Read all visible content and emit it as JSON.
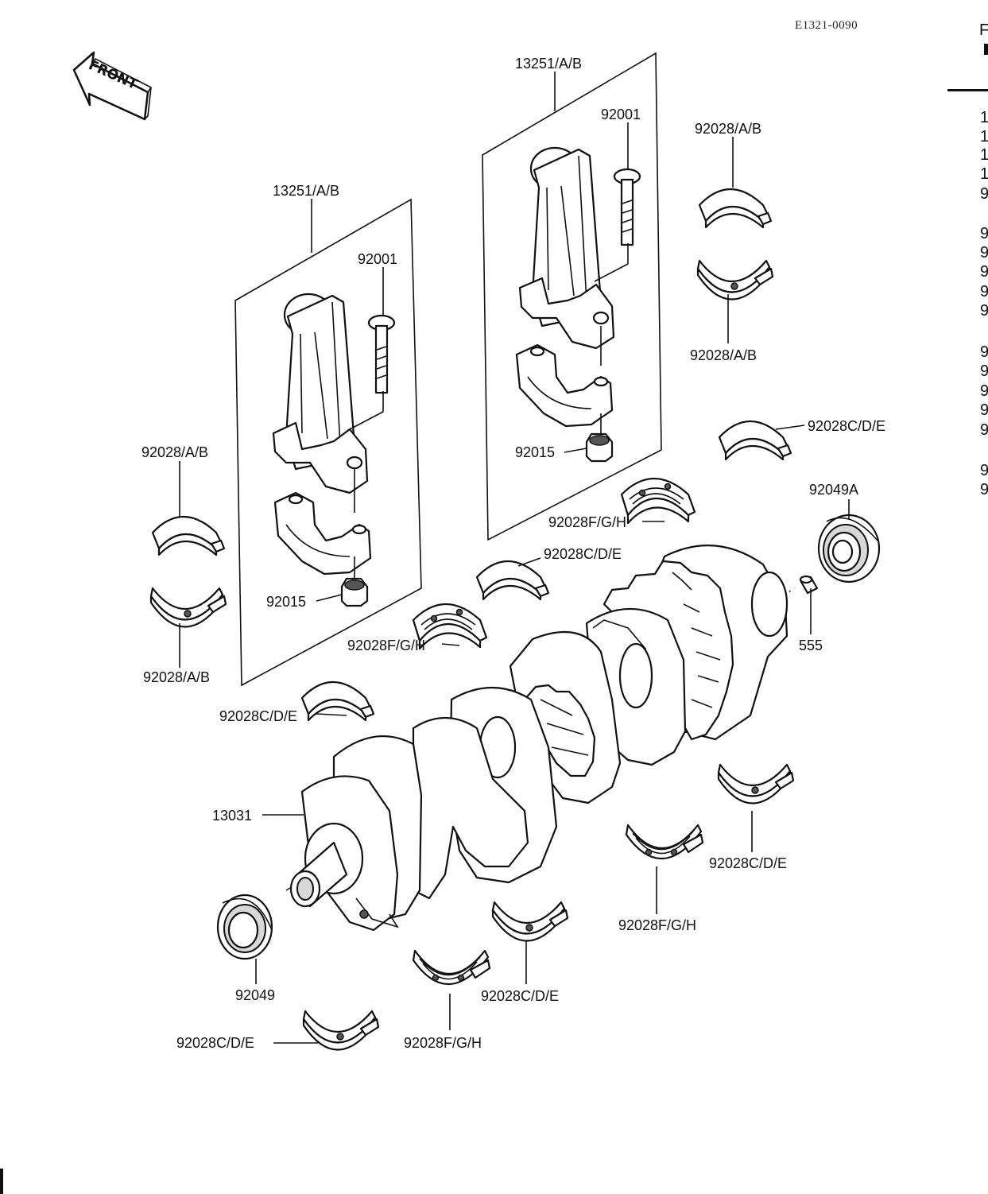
{
  "drawing_code": "E1321-0090",
  "front_label": "FRONT",
  "edge_texts": [
    "F",
    "1",
    "1",
    "1",
    "1",
    "9",
    "9",
    "9",
    "9",
    "9",
    "9",
    "9",
    "9",
    "9",
    "9",
    "9",
    "9",
    "9"
  ],
  "callouts": {
    "conrod_left": "13251/A/B",
    "conrod_right": "13251/A/B",
    "bolt_left": "92001",
    "bolt_right": "92001",
    "nut_left": "92015",
    "nut_right": "92015",
    "brg_ab_left_top": "92028/A/B",
    "brg_ab_left_bottom": "92028/A/B",
    "brg_ab_right_top": "92028/A/B",
    "brg_ab_right_bottom": "92028/A/B",
    "brg_cde_1": "92028C/D/E",
    "brg_cde_2": "92028C/D/E",
    "brg_cde_3": "92028C/D/E",
    "brg_cde_4": "92028C/D/E",
    "brg_cde_5": "92028C/D/E",
    "brg_cde_6": "92028C/D/E",
    "brg_fgh_1": "92028F/G/H",
    "brg_fgh_2": "92028F/G/H",
    "brg_fgh_3": "92028F/G/H",
    "brg_fgh_4": "92028F/G/H",
    "oil_seal_right": "92049A",
    "oil_seal_left": "92049",
    "dowel_pin": "555",
    "crankshaft": "13031"
  }
}
